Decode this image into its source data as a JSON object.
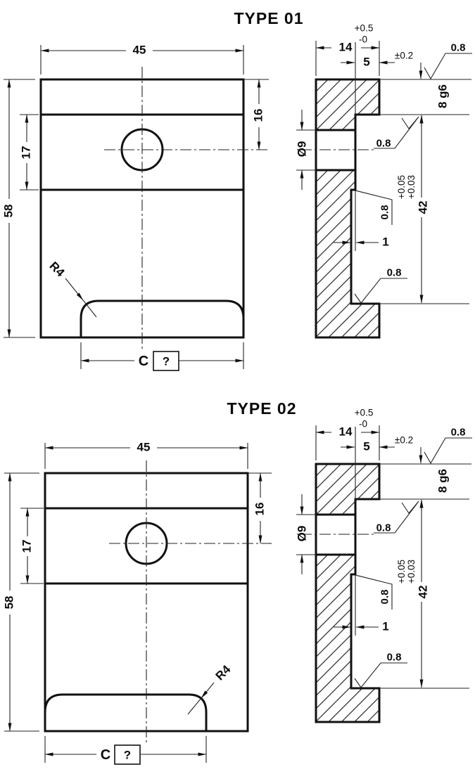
{
  "drawing": {
    "types": [
      {
        "title": "TYPE 01",
        "front": {
          "width_dim": "45",
          "height_dim": "58",
          "band_height_dim": "17",
          "hole_offset_dim": "16",
          "corner_radius_label": "R4",
          "slot_dim_prefix": "C",
          "slot_dim_value": "?"
        },
        "side": {
          "thickness_dim": "14",
          "thickness_tol_upper": "+0.5",
          "thickness_tol_lower": "-0",
          "step_dim": "5",
          "step_tol": "±0.2",
          "finish_top": "0.8",
          "tab_dim": "8 g6",
          "finish_shoulder": "0.8",
          "hole_dia": "Ø9",
          "finish_recess": "0.8",
          "recess_step_dim": "1",
          "recess_len_dim": "42",
          "recess_tol_upper": "+0.05",
          "recess_tol_lower": "+0.03",
          "finish_bottom": "0.8"
        }
      },
      {
        "title": "TYPE 02",
        "front": {
          "width_dim": "45",
          "height_dim": "58",
          "band_height_dim": "17",
          "hole_offset_dim": "16",
          "corner_radius_label": "R4",
          "slot_dim_prefix": "C",
          "slot_dim_value": "?"
        },
        "side": {
          "thickness_dim": "14",
          "thickness_tol_upper": "+0.5",
          "thickness_tol_lower": "-0",
          "step_dim": "5",
          "step_tol": "±0.2",
          "finish_top": "0.8",
          "tab_dim": "8 g6",
          "finish_shoulder": "0.8",
          "hole_dia": "Ø9",
          "finish_recess": "0.8",
          "recess_step_dim": "1",
          "recess_len_dim": "42",
          "recess_tol_upper": "+0.05",
          "recess_tol_lower": "+0.03",
          "finish_bottom": "0.8"
        }
      }
    ]
  }
}
